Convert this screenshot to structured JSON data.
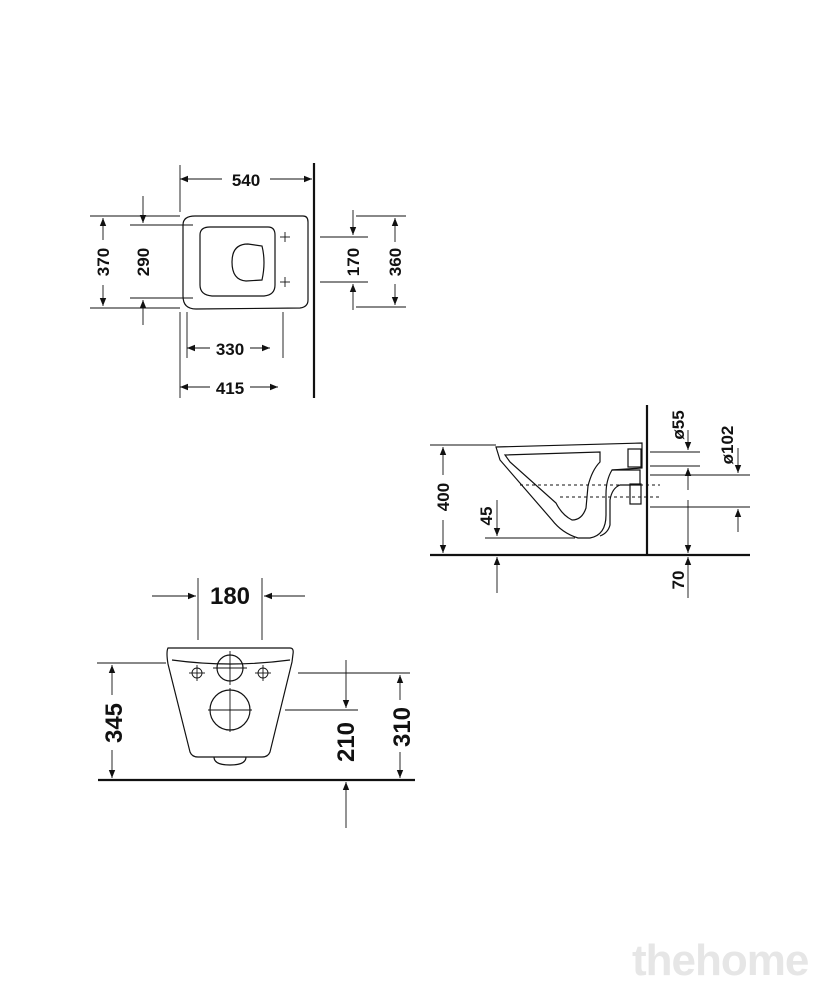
{
  "top_view": {
    "width_total": "540",
    "length_left": "370",
    "length_inner": "290",
    "fixing_spacing": "170",
    "length_right": "360",
    "fixing_depth": "330",
    "bowl_depth": "415"
  },
  "side_view": {
    "inlet_diameter": "ø55",
    "outlet_diameter": "ø102",
    "height": "400",
    "trap_height": "45",
    "outlet_height": "70"
  },
  "front_view": {
    "fixing_width": "180",
    "rim_height": "345",
    "outlet_axis": "210",
    "fixing_height": "310"
  },
  "watermark": "thehome"
}
